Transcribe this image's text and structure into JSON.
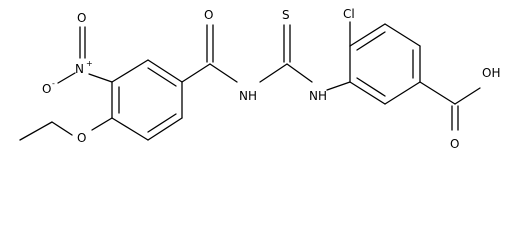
{
  "labels": {
    "o_nitro_top": "O",
    "n_nitro": "N",
    "n_nitro_charge": "+",
    "o_nitro_minus": "O",
    "o_nitro_minus_charge": "-",
    "o_ether": "O",
    "o_amide": "O",
    "nh_amide": "NH",
    "s_thio": "S",
    "nh_thio": "NH",
    "cl": "Cl",
    "oh": "OH",
    "o_acid": "O"
  },
  "colors": {
    "bond": "#000000",
    "text": "#000000",
    "background": "#ffffff"
  }
}
